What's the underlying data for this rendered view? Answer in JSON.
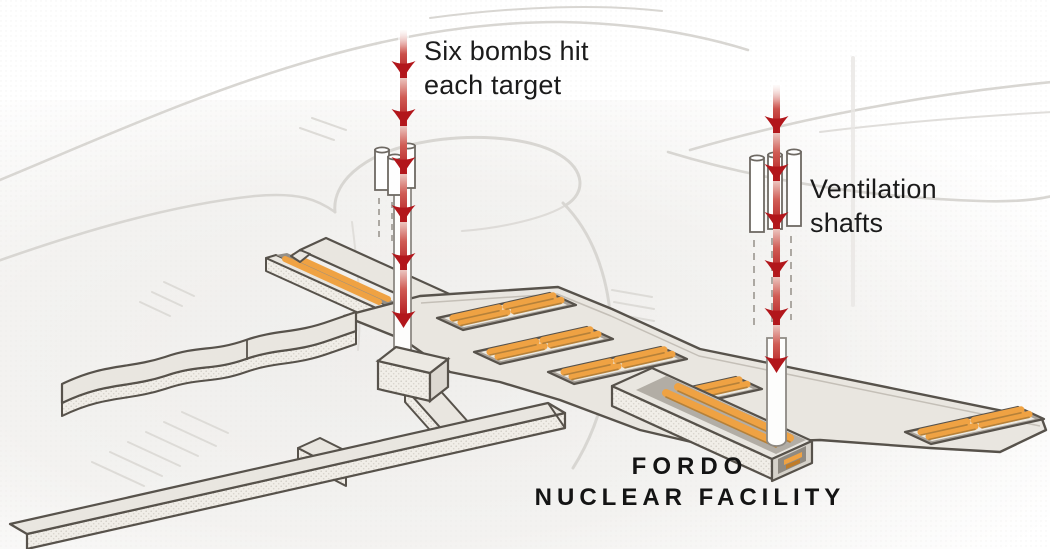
{
  "diagram": {
    "kind": "isometric strike diagram",
    "labels": {
      "bombs_line1": "Six bombs hit",
      "bombs_line2": "each target",
      "vents_line1": "Ventilation",
      "vents_line2": "shafts",
      "facility_line1": "FORDO",
      "facility_line2": "NUCLEAR FACILITY"
    },
    "colors": {
      "arrow_red": "#b2161b",
      "arrow_red_light": "#ecc6c0",
      "cascade_orange": "#efa243",
      "cascade_orange_dark": "#b5813a",
      "outline_gray": "#57524b",
      "slab_fill": "#e9e6e0",
      "side_fill": "#f0ede7",
      "interior_gray": "#a8a29a",
      "terrain_gray": "#d8d6d2",
      "background": "#ffffff"
    },
    "counts": {
      "bomb_arrow_columns": 2,
      "arrowheads_per_column": 6,
      "ventilation_shaft_pipes_per_site": 3
    }
  }
}
